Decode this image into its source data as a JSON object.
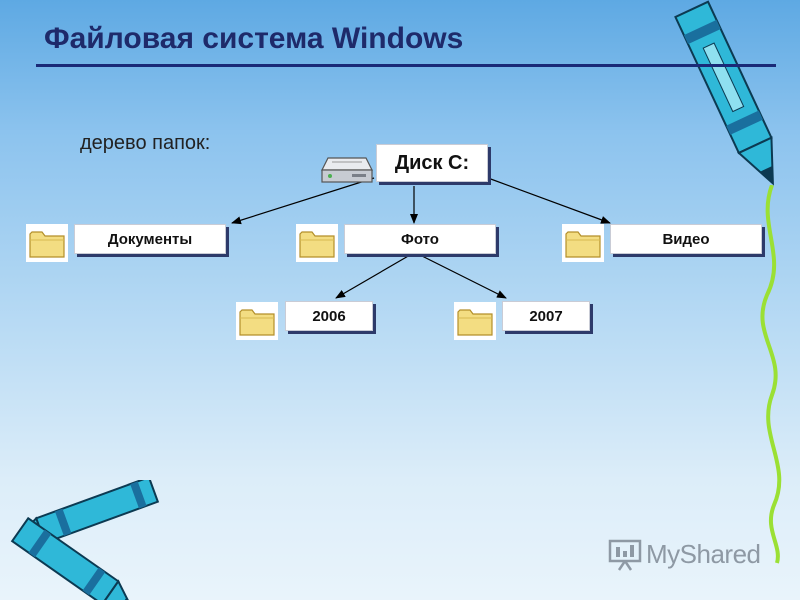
{
  "slide": {
    "title": "Файловая система Windows",
    "subtitle": "дерево папок:"
  },
  "tree": {
    "root": "Диск С:",
    "level1": [
      "Документы",
      "Фото",
      "Видео"
    ],
    "level2": [
      "2006",
      "2007"
    ]
  },
  "watermark": {
    "text": "MyShared"
  },
  "colors": {
    "title": "#1e2a6a",
    "rule": "#1a2a78",
    "folder_fill": "#f3dd82",
    "crayon": "#2fb8d8"
  }
}
